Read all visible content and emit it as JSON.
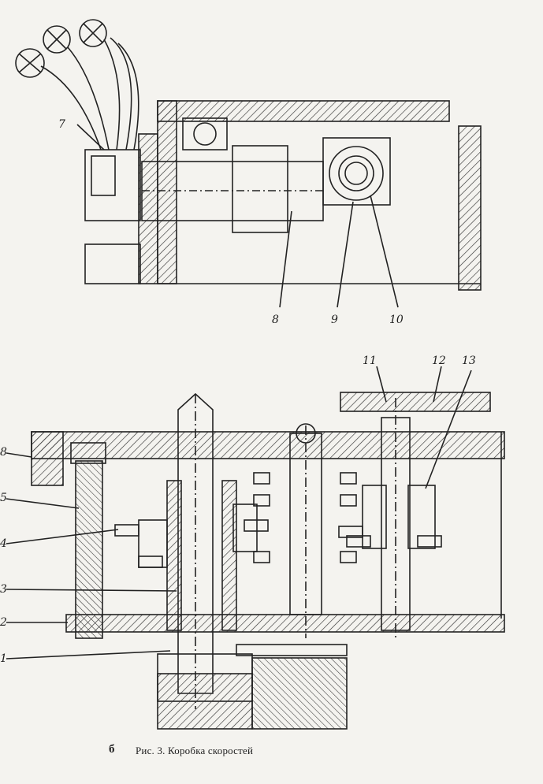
{
  "figure": {
    "top_labels": [
      "7",
      "8",
      "9",
      "10"
    ],
    "bottom_labels_right": [
      "11",
      "12",
      "13"
    ],
    "bottom_labels_left": [
      "8",
      "5",
      "4",
      "3",
      "2",
      "1"
    ]
  },
  "caption": {
    "sub_label": "б",
    "text": "Рис. 3. Коробка скоростей"
  }
}
